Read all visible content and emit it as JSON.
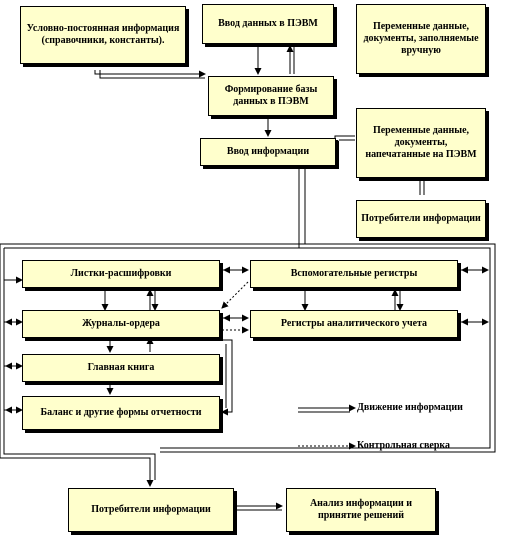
{
  "boxes": {
    "constant_info": "Условно-постоянная информация (справочники, константы).",
    "pc_data_input": "Ввод данных в ПЭВМ",
    "variable_manual": "Переменные данные, документы, заполняемые вручную",
    "db_formation": "Формирование базы данных в ПЭВМ",
    "variable_printed": "Переменные данные, документы, напечатанные на ПЭВМ",
    "info_input": "Ввод информации",
    "consumers_top": "Потребители информации",
    "decoding_sheets": "Листки-расшифровки",
    "aux_registers": "Вспомогательные регистры",
    "journal_orders": "Журналы-ордера",
    "analytic_registers": "Регистры аналитического учета",
    "general_ledger": "Главная книга",
    "balance_reports": "Баланс и другие формы отчетности",
    "consumers_bottom": "Потребители информации",
    "analysis_decisions": "Анализ информации и принятие решений"
  },
  "legend": {
    "info_flow": "Движение информации",
    "control_check": "Контрольная сверка"
  },
  "colors": {
    "box_fill": "#ffffcc",
    "line": "#000000"
  }
}
